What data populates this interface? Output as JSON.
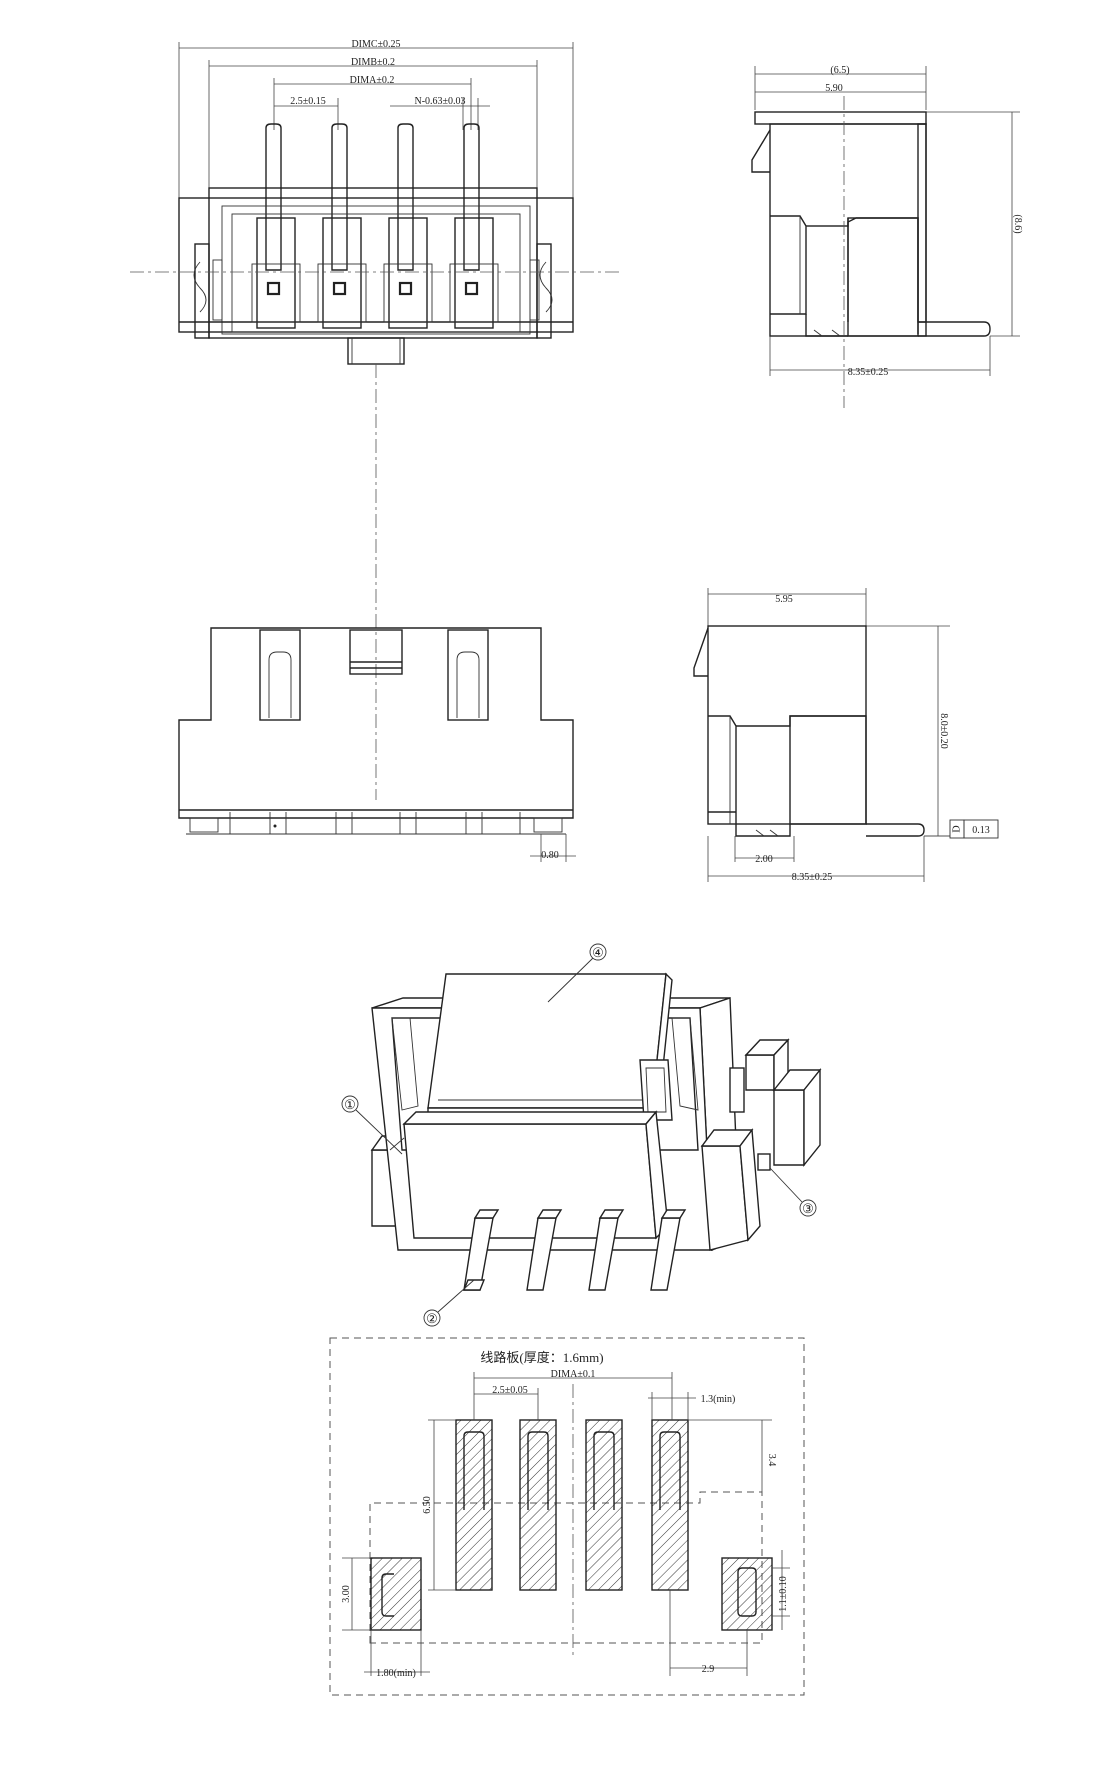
{
  "front_view": {
    "dim_c": "DIMC±0.25",
    "dim_b": "DIMB±0.2",
    "dim_a": "DIMA±0.2",
    "pitch": "2.5±0.15",
    "pin_width": "N-0.63±0.03"
  },
  "side_view_top": {
    "overall_width": "(6.5)",
    "body_width": "5.90",
    "height": "(8.6)",
    "length": "8.35±0.25"
  },
  "bottom_view": {
    "tail_length": "0.80"
  },
  "side_view_bottom": {
    "body_width": "5.95",
    "height": "8.0±0.20",
    "length": "8.35±0.25",
    "offset": "2.00",
    "coplanarity_label": "D",
    "coplanarity_value": "0.13"
  },
  "isometric_view": {
    "callouts": [
      "④",
      "①",
      "③",
      "②"
    ]
  },
  "pcb_layout": {
    "title": "线路板(厚度：1.6mm)",
    "pitch": "2.5±0.05",
    "dim_a": "DIMA±0.1",
    "pad_gap": "1.3(min)",
    "pad_length": "6.50",
    "pad_extent": "3.4",
    "tab_height": "3.00",
    "tab_offset": "1.1±0.10",
    "tab_width": "1.80(min)",
    "tab_gap": "2.9"
  }
}
